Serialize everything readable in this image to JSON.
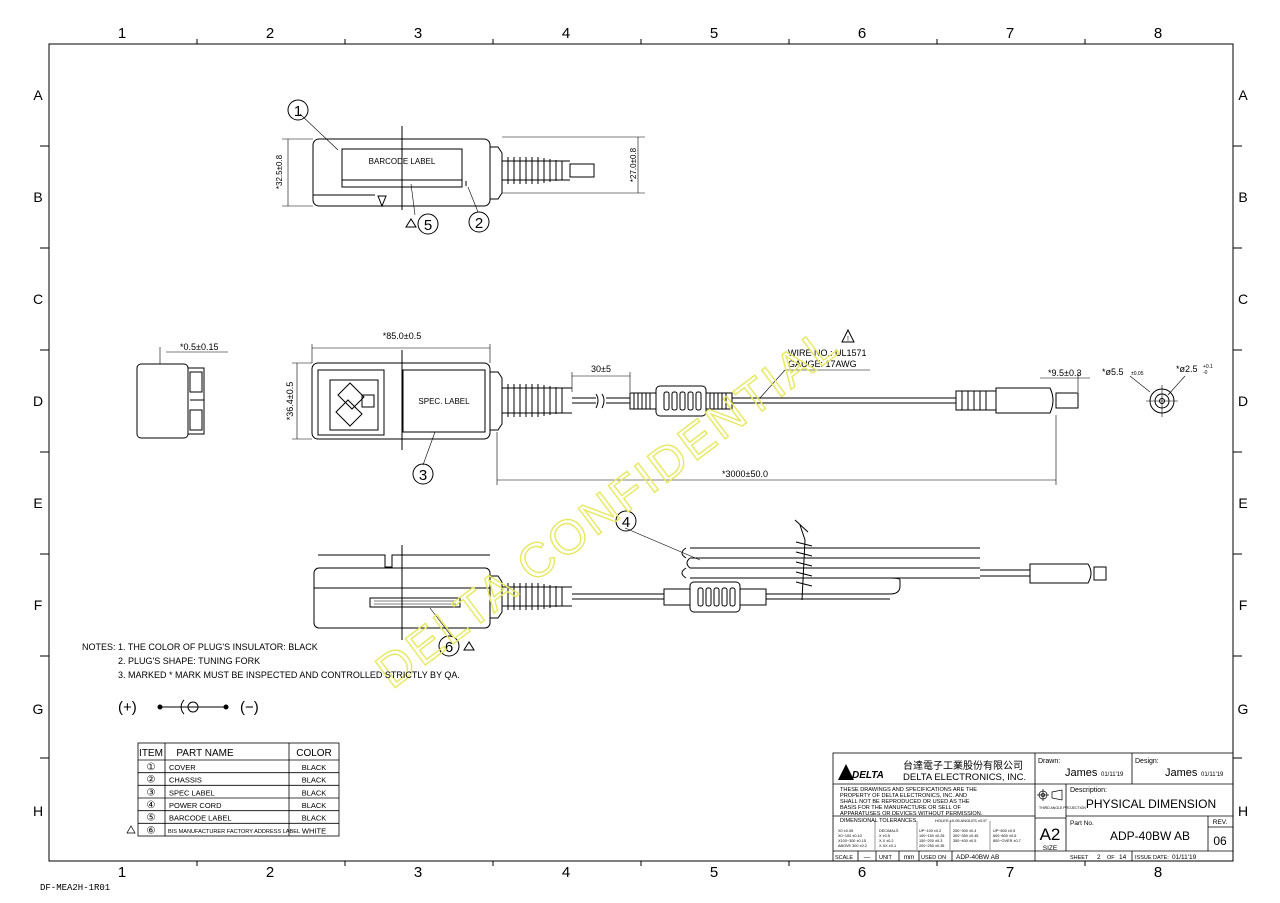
{
  "frame": {
    "columns": [
      "1",
      "2",
      "3",
      "4",
      "5",
      "6",
      "7",
      "8"
    ],
    "rows": [
      "A",
      "B",
      "C",
      "D",
      "E",
      "F",
      "G",
      "H"
    ],
    "form_id": "DF-MEA2H-1R01"
  },
  "callouts": {
    "c1": "1",
    "c2": "2",
    "c3": "3",
    "c4": "4",
    "c5": "5",
    "c6": "6",
    "warn": "!"
  },
  "top_view": {
    "barcode_label": "BARCODE LABEL",
    "dim_height": "*32.5±0.8",
    "dim_height2": "*27.0±0.8"
  },
  "front_view": {
    "dim_width": "*85.0±0.5",
    "dim_height": "*36.4±0.5",
    "spec_label": "SPEC. LABEL",
    "dim_30": "30±5",
    "wire_no": "WIRE NO.: UL1571",
    "gauge": "GAUGE: 17AWG",
    "dim_cable": "*3000±50.0",
    "dim_plug": "*9.5±0.3",
    "dim_od": "*ø5.5",
    "dim_od_tol": "±0.05",
    "dim_id": "*ø2.5",
    "dim_id_tol_hi": "+0.1",
    "dim_id_tol_lo": "-0",
    "dim_side": "*0.5±0.15"
  },
  "watermark": "DELTA CONFIDENTIAL",
  "notes": {
    "head": "NOTES:",
    "n1": "1. THE COLOR OF PLUG'S INSULATOR: BLACK",
    "n2": "2. PLUG'S SHAPE: TUNING FORK",
    "n3": "3. MARKED * MARK MUST BE INSPECTED AND CONTROLLED STRICTLY BY QA."
  },
  "polarity": {
    "plus": "(+)",
    "minus": "(−)"
  },
  "parts_table": {
    "headers": [
      "ITEM",
      "PART NAME",
      "COLOR"
    ],
    "rows": [
      {
        "item": "①",
        "name": "COVER",
        "color": "BLACK"
      },
      {
        "item": "②",
        "name": "CHASSIS",
        "color": "BLACK"
      },
      {
        "item": "③",
        "name": "SPEC LABEL",
        "color": "BLACK"
      },
      {
        "item": "④",
        "name": "POWER CORD",
        "color": "BLACK"
      },
      {
        "item": "⑤",
        "name": "BARCODE LABEL",
        "color": "BLACK"
      },
      {
        "item": "⑥",
        "name": "BIS MANUFACTURER FACTORY ADDRESS LABEL",
        "color": "WHITE"
      }
    ]
  },
  "title_block": {
    "logo": "DELTA",
    "company_cn": "台達電子工業股份有限公司",
    "company_en": "DELTA ELECTRONICS, INC.",
    "drawn_label": "Drawn:",
    "drawn_name": "James",
    "drawn_date": "01/11'19",
    "design_label": "Design:",
    "design_name": "James",
    "design_date": "01/11'19",
    "property_1": "THESE DRAWINGS AND SPECIFICATIONS ARE THE",
    "property_2": "PROPERTY OF DELTA ELECTRONICS, INC. AND",
    "property_3": "SHALL NOT BE REPRODUCED OR USED AS THE",
    "property_4": "BASIS FOR THE MANUFACTURE OR SELL OF",
    "property_5": "APPARATUSES OR DEVICES WITHOUT PERMISSION.",
    "tol_title": "DIMENSIONAL TOLERANCES",
    "tol_holes": "HOLES ±0.05  ANGLES ±0.5°",
    "tol_col1a": "X0   ±0.05",
    "tol_col1b": "X0~100 ±0.10",
    "tol_col1c": "X100~300 ±0.15",
    "tol_col1d": "ABOVE 300 ±0.2",
    "tol_col2a": "DECIMALS",
    "tol_col2b": "X   ±0.5",
    "tol_col2c": "X.X ±0.2",
    "tol_col2d": "X.XX ±0.1",
    "tol_col3a": "UP~100 ±0.2",
    "tol_col3b": "100~150 ±0.25",
    "tol_col3c": "150~200 ±0.3",
    "tol_col3d": "200~250 ±0.35",
    "tol_col4a": "250~300 ±0.4",
    "tol_col4b": "300~350 ±0.45",
    "tol_col4c": "350~400 ±0.5",
    "tol_col5a": "UP~600 ±0.5",
    "tol_col5b": "600~800 ±0.6",
    "tol_col5c": "800~OVER ±0.7",
    "projection": "THIRD ANGLE PROJECTION",
    "desc_label": "Description:",
    "description": "PHYSICAL DIMENSION",
    "size": "A2",
    "size_label": "SIZE",
    "part_no_label": "Part No.",
    "part_no": "ADP-40BW AB",
    "rev_label": "REV.",
    "rev": "06",
    "scale_label": "SCALE",
    "scale": "—",
    "unit_label": "UNIT",
    "unit": "mm",
    "used_on_label": "USED ON",
    "used_on": "ADP-40BW AB",
    "sheet_label": "SHEET",
    "sheet": "2",
    "of_label": "OF",
    "sheets": "14",
    "issue_label": "ISSUE DATE:",
    "issue_date": "01/11'19"
  }
}
